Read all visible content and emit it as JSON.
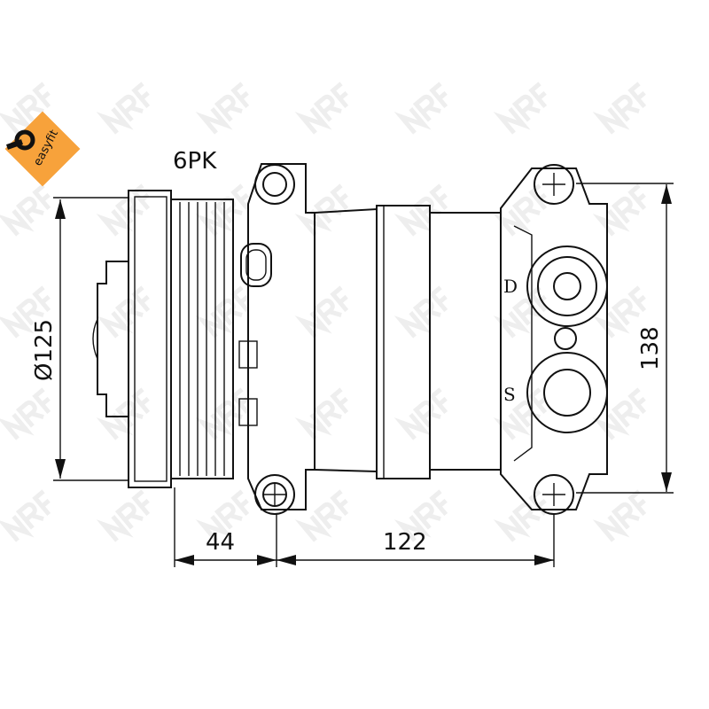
{
  "logo": {
    "text": "easyfit",
    "color": "#f7a23b"
  },
  "watermark": {
    "text": "NRF"
  },
  "labels": {
    "belt": "6PK",
    "discharge": "D",
    "suction": "S"
  },
  "dimensions": {
    "diameter": "Ø125",
    "height": "138",
    "pulley_offset": "44",
    "length": "122"
  }
}
